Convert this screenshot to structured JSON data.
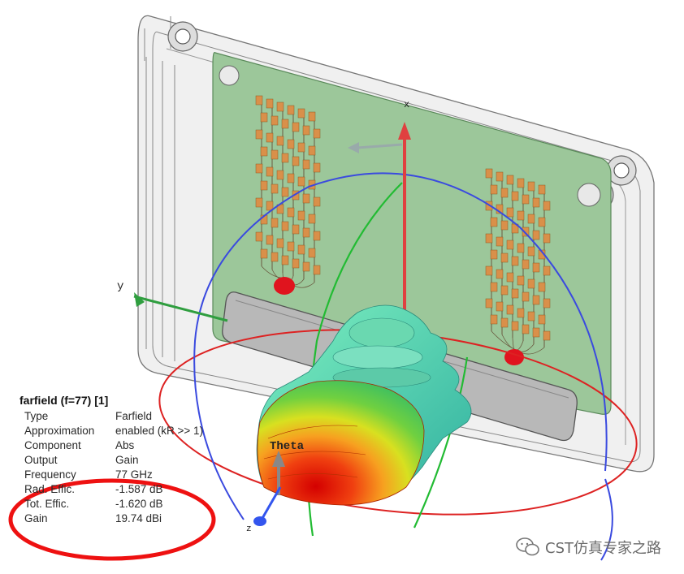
{
  "axes": {
    "x": "x",
    "y": "y",
    "theta": "Theta",
    "z": "z"
  },
  "info": {
    "title": "farfield (f=77) [1]",
    "rows": [
      {
        "k": "Type",
        "v": "Farfield"
      },
      {
        "k": "Approximation",
        "v": "enabled (kR >> 1)"
      },
      {
        "k": "Component",
        "v": "Abs"
      },
      {
        "k": "Output",
        "v": "Gain"
      },
      {
        "k": "Frequency",
        "v": "77 GHz"
      },
      {
        "k": "Rad. Effic.",
        "v": "-1.587 dB"
      },
      {
        "k": "Tot. Effic.",
        "v": "-1.620 dB"
      },
      {
        "k": "Gain",
        "v": "19.74 dBi"
      }
    ]
  },
  "watermark": "CST仿真专家之路",
  "colors": {
    "pcb": "#9cc79a",
    "patch": "#d9904a",
    "feed": "#e0141e",
    "x_axis": "#e04040",
    "y_axis": "#2f9e3f",
    "z_axis": "#3355ee",
    "phi_circle": "#3a4adf",
    "theta_circle": "#22bb33",
    "horizon_circle": "#dd2222",
    "annotation": "#ee1111"
  }
}
